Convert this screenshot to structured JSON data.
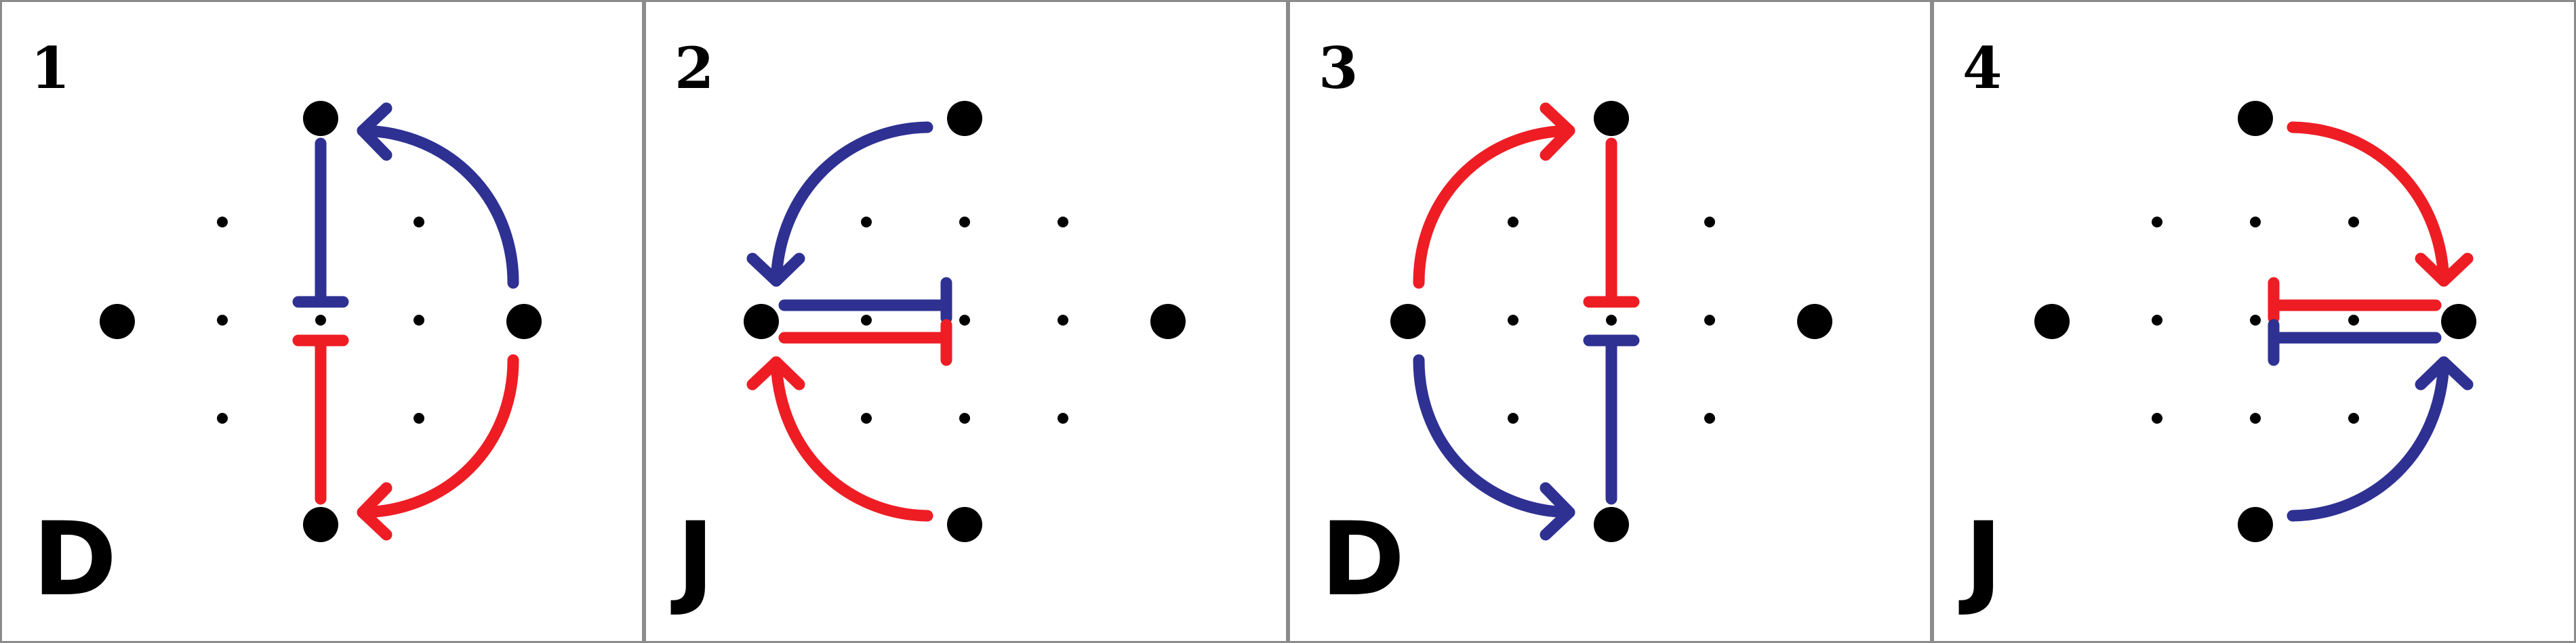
{
  "colors": {
    "red": "#ee1d24",
    "blue": "#2e3192",
    "dot": "#000000",
    "border": "#8c8c8c",
    "background": "#ffffff"
  },
  "panels": [
    {
      "number": "1",
      "letter": "D",
      "mirror": false,
      "colors": {
        "top": "blue",
        "bottom": "red"
      },
      "bars": "vertical"
    },
    {
      "number": "2",
      "letter": "J",
      "mirror": false,
      "colors": {
        "top": "blue",
        "bottom": "red"
      },
      "bars": "horizontal"
    },
    {
      "number": "3",
      "letter": "D",
      "mirror": true,
      "colors": {
        "top": "red",
        "bottom": "blue"
      },
      "bars": "vertical"
    },
    {
      "number": "4",
      "letter": "J",
      "mirror": true,
      "colors": {
        "top": "red",
        "bottom": "blue"
      },
      "bars": "horizontal"
    }
  ]
}
